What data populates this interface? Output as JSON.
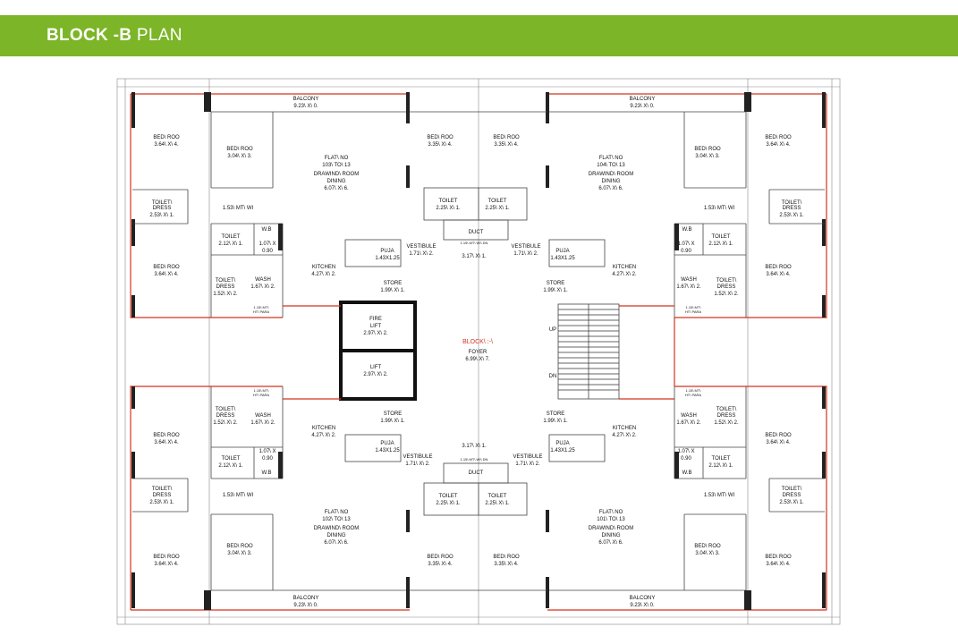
{
  "header": {
    "title_bold": "BLOCK -B",
    "title_rest": "PLAN",
    "background_color": "#7cb527"
  },
  "labels": {
    "balcony": "BALCONY",
    "balcony_size": "9.23\\ X\\ 0.",
    "bedroom": "BED\\ ROO",
    "bed_364": "3.64\\ X\\ 4.",
    "bed_304": "3.04\\ X\\ 3.",
    "bed_335": "3.35\\ X\\ 4.",
    "toilet_dress": "TOILET\\",
    "dress": "DRESS",
    "toilet_dress_253": "2.53\\ X\\ 1.",
    "toilet_dress_152": "1.52\\ X\\ 2.",
    "toilet": "TOILET",
    "toilet_225": "2.25\\ X\\ 1.",
    "toilet_212": "2.12\\ X\\ 1.",
    "wb": "W.B",
    "wb_size_a": "1.07\\ X",
    "wb_size_b": "0.90",
    "passage": "1.53\\ MT\\ WI",
    "wash": "WASH",
    "wash_size": "1.67\\ X\\ 2.",
    "kitchen": "KITCHEN",
    "kitchen_size": "4.27\\ X\\ 2.",
    "puja": "PUJA",
    "puja_size": "1.43X1.25",
    "vestibule": "VESTIBULE",
    "vestibule_size": "1.71\\ X\\ 2.",
    "lobby_size": "3.17\\ X\\ 1.",
    "store": "STORE",
    "store_size": "1.99\\ X\\ 1.",
    "flat_no": "FLAT\\ NO",
    "drawing": "DRAWIND\\ ROOM",
    "dining": "DINING",
    "drawing_size": "6.07\\ X\\ 6.",
    "duct": "DUCT",
    "duct_note": "1.15\\ MT\\ WI\\ DN",
    "shaft_note_a": "1.15\\ MT\\",
    "shaft_note_b": "HT\\ PARA",
    "fire_lift": "FIRE",
    "lift": "LIFT",
    "lift_size": "2.97\\ X\\ 2.",
    "block": "BLOCK\\ :-\\",
    "foyer": "FOYER",
    "foyer_size": "6.99\\ X\\ 7.",
    "up": "UP",
    "dn": "DN"
  },
  "flats": [
    {
      "number": "103\\ TO\\ 13"
    },
    {
      "number": "104\\ TO\\ 13"
    },
    {
      "number": "102\\ TO\\ 13"
    },
    {
      "number": "101\\ TO\\ 13"
    }
  ]
}
